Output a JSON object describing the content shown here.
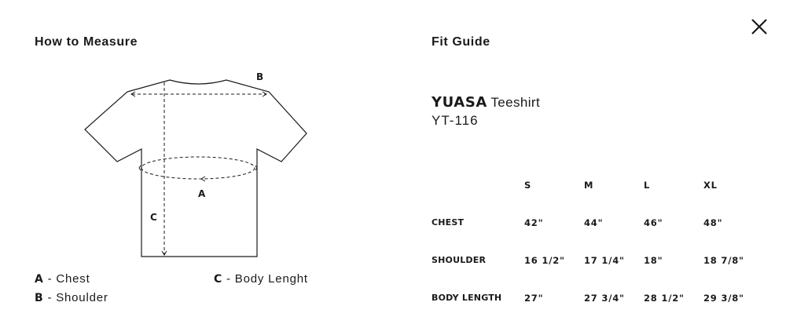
{
  "how_to_measure": {
    "title": "How to Measure",
    "diagram_labels": {
      "a": "A",
      "b": "B",
      "c": "C"
    },
    "legend": [
      {
        "key": "A",
        "text": " - Chest"
      },
      {
        "key": "B",
        "text": " - Shoulder"
      },
      {
        "key": "C",
        "text": " - Body Lenght"
      }
    ]
  },
  "fit_guide": {
    "title": "Fit Guide",
    "product": {
      "brand": "YUASA",
      "type": "Teeshirt",
      "sku": "YT-116"
    },
    "sizes": [
      "S",
      "M",
      "L",
      "XL"
    ],
    "rows": [
      {
        "label": "CHEST",
        "values": [
          "42\"",
          "44\"",
          "46\"",
          "48\""
        ]
      },
      {
        "label": "SHOULDER",
        "values": [
          "16 1/2\"",
          "17 1/4\"",
          "18\"",
          "18 7/8\""
        ]
      },
      {
        "label": "BODY LENGTH",
        "values": [
          "27\"",
          "27 3/4\"",
          "28 1/2\"",
          "29 3/8\""
        ]
      }
    ]
  },
  "icons": {
    "close": "close-icon"
  }
}
